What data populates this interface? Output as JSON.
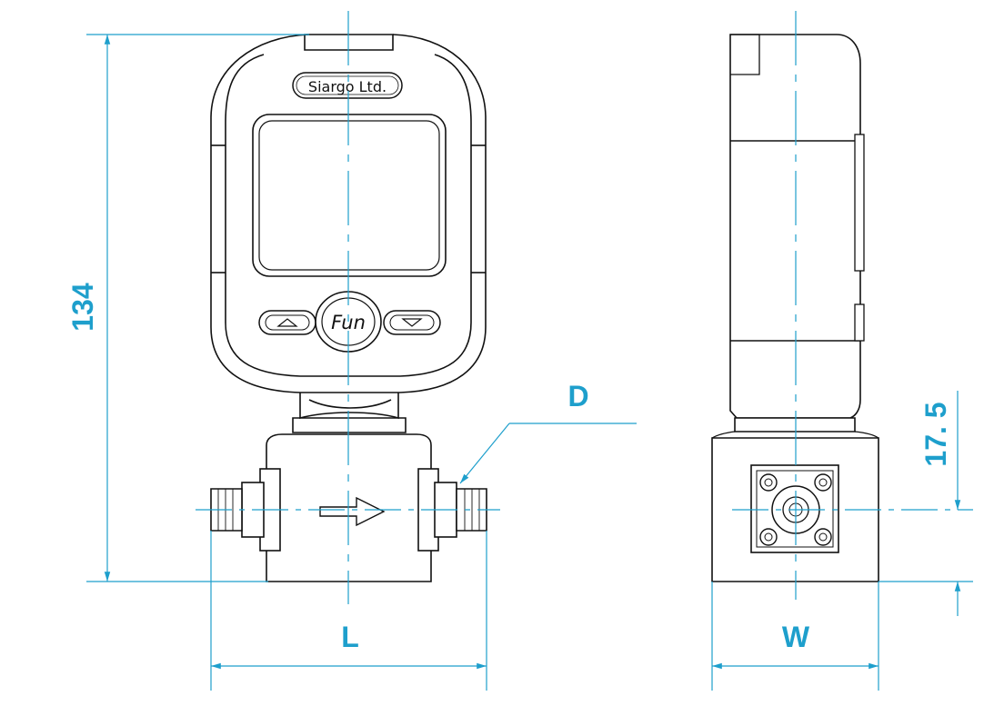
{
  "brand": {
    "label": "Siargo Ltd."
  },
  "button": {
    "fun_label": "Fun"
  },
  "dimensions": {
    "height": "134",
    "port_height": "17. 5",
    "length": "L",
    "width": "W",
    "port_diameter": "D"
  },
  "colors": {
    "dimension_line": "#1e9fcc",
    "outline": "#111111",
    "background": "#ffffff"
  }
}
